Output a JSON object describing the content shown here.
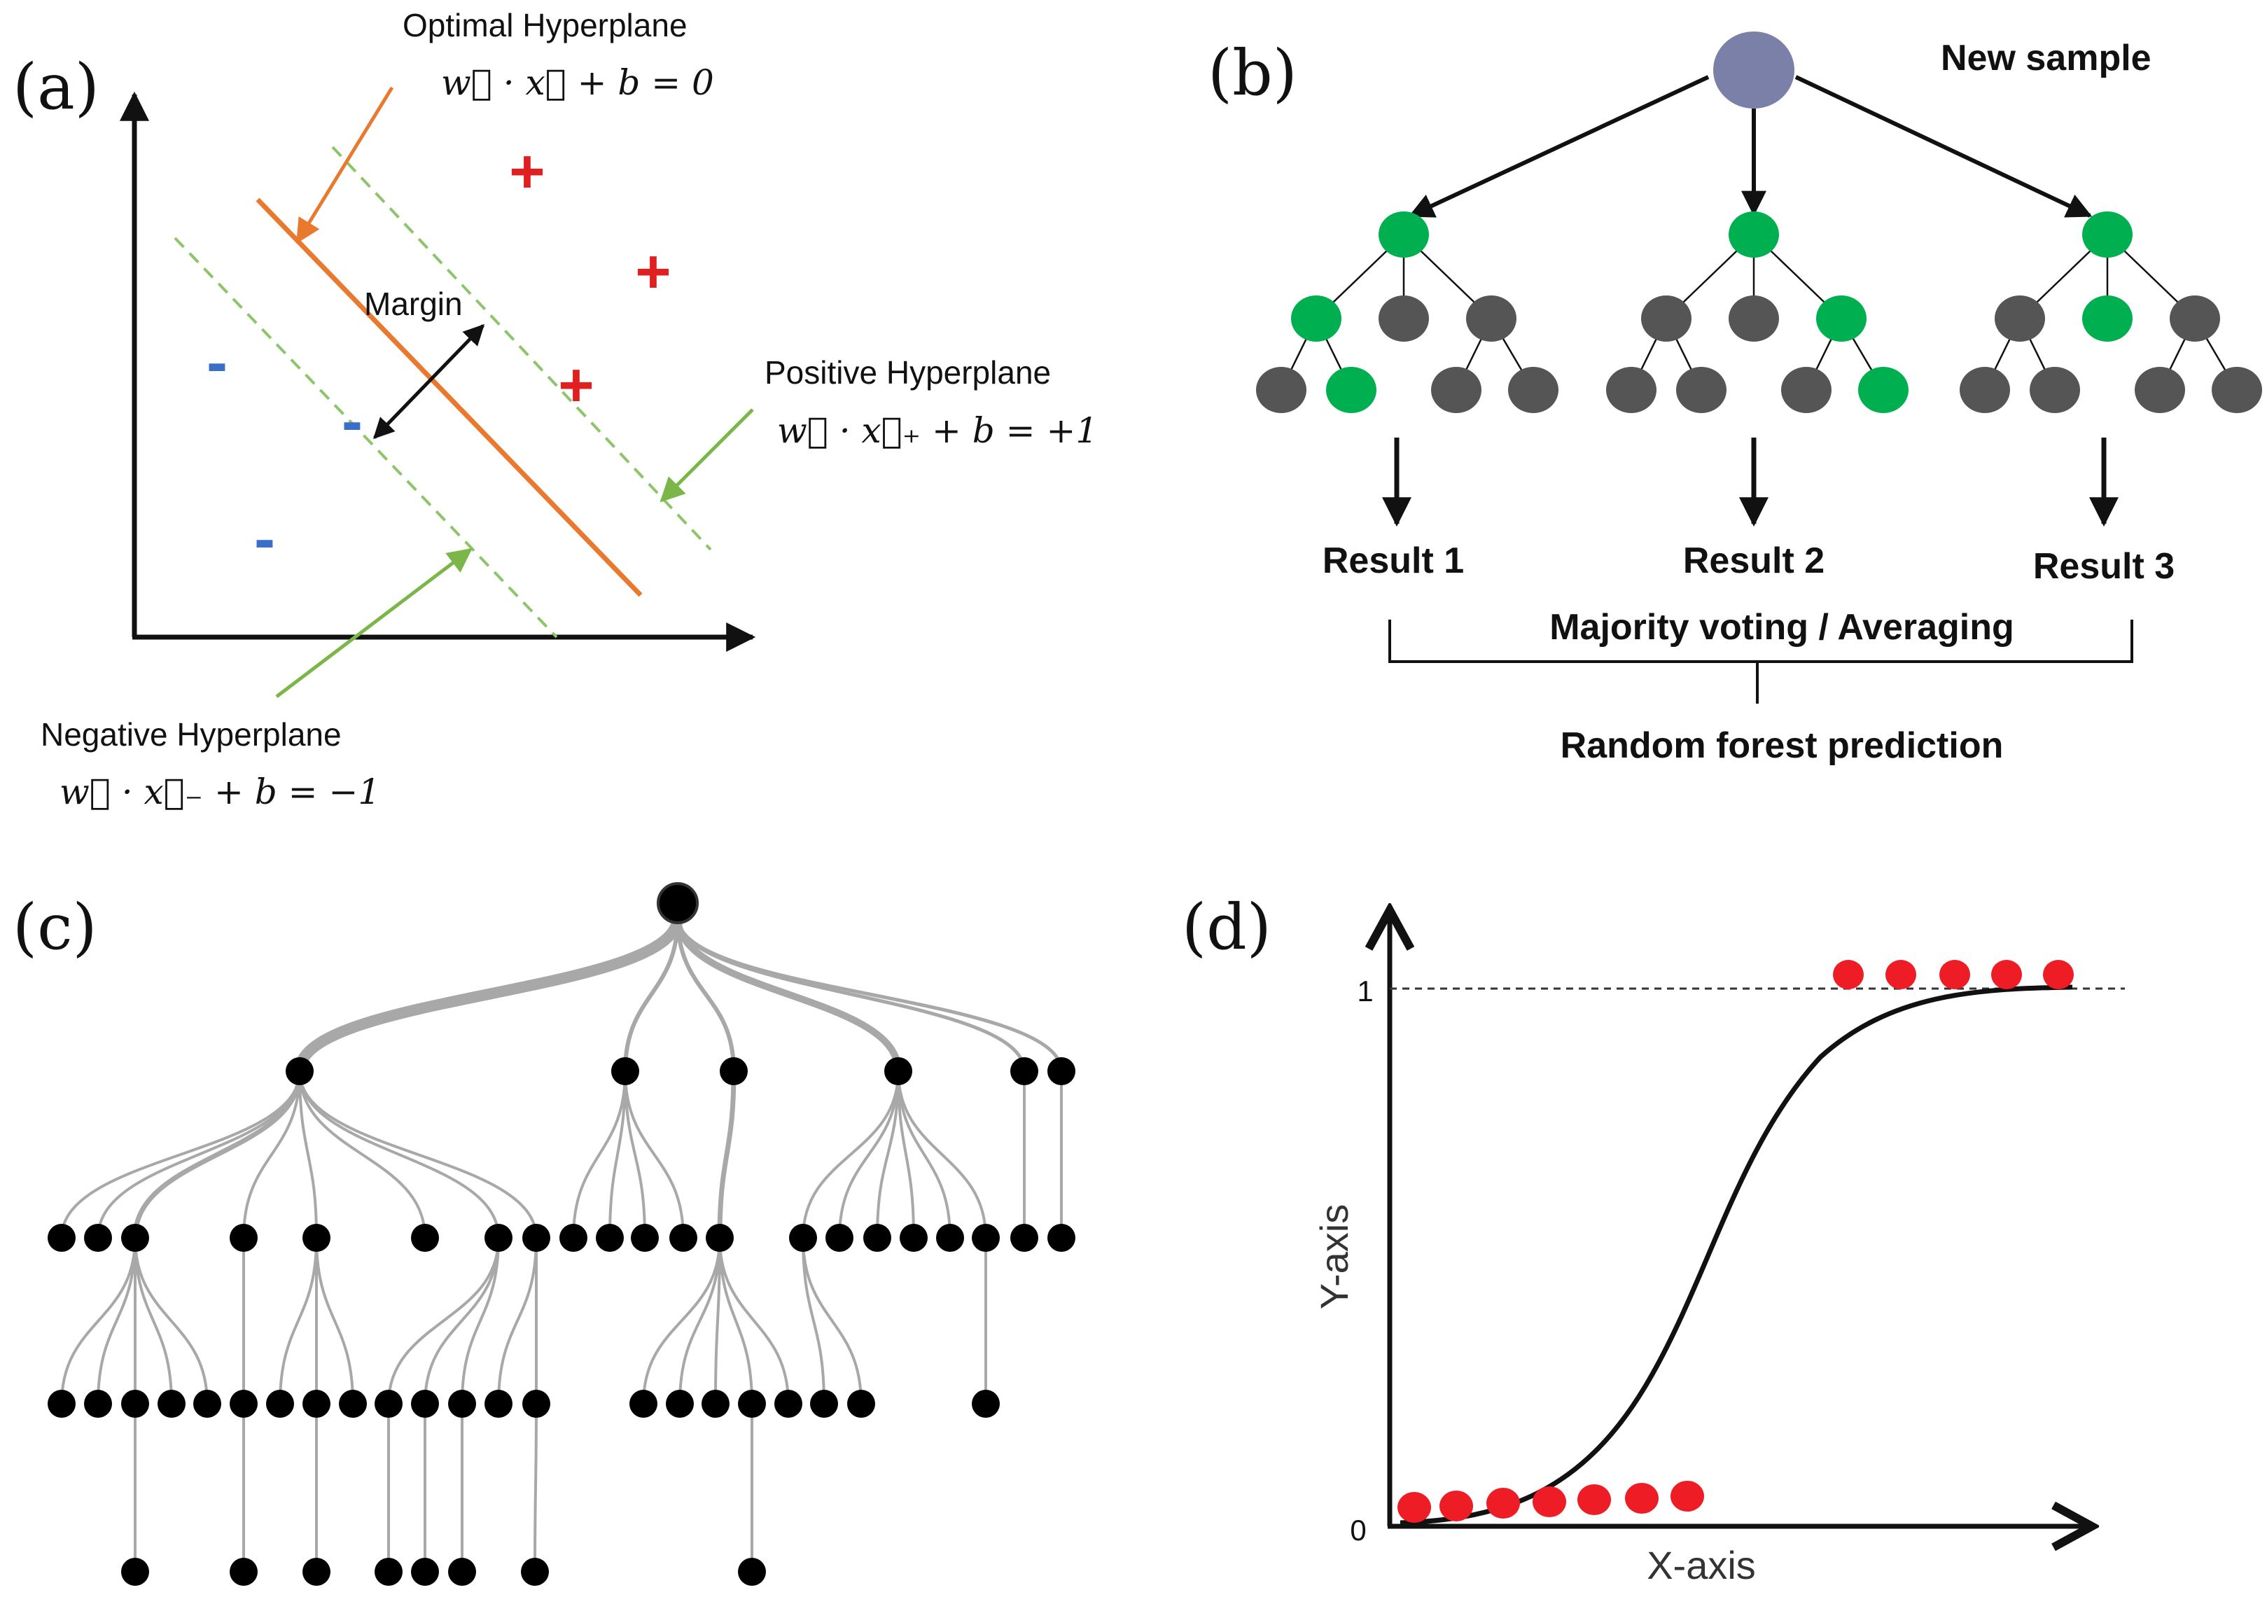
{
  "panels": {
    "a": {
      "label": "(a)",
      "optimal": {
        "title": "Optimal Hyperplane",
        "equation": "w⃗ · x⃗ + b = 0"
      },
      "positive": {
        "title": "Positive Hyperplane",
        "equation": "w⃗ · x⃗₊ + b = +1"
      },
      "negative": {
        "title": "Negative Hyperplane",
        "equation": "w⃗ · x⃗₋ + b = −1"
      },
      "margin": "Margin",
      "plus_symbol": "+",
      "minus_symbol": "-"
    },
    "b": {
      "label": "(b)",
      "new_sample": "New sample",
      "results": [
        "Result 1",
        "Result 2",
        "Result 3"
      ],
      "aggregation": "Majority voting / Averaging",
      "prediction": "Random forest prediction"
    },
    "c": {
      "label": "(c)"
    },
    "d": {
      "label": "(d)",
      "y_axis": "Y-axis",
      "x_axis": "X-axis",
      "tick_one": "1",
      "tick_zero": "0"
    }
  },
  "colors": {
    "orange": "#e8792e",
    "dashed_green": "#8cc56a",
    "arrow_green": "#7ab648",
    "plus_red": "#e02020",
    "minus_blue": "#3a6fc8",
    "root_node": "#7a80a8",
    "active_node": "#00b050",
    "inactive_node": "#555555",
    "edge_grey": "#a8a8a8",
    "red_point": "#ee1c24"
  }
}
